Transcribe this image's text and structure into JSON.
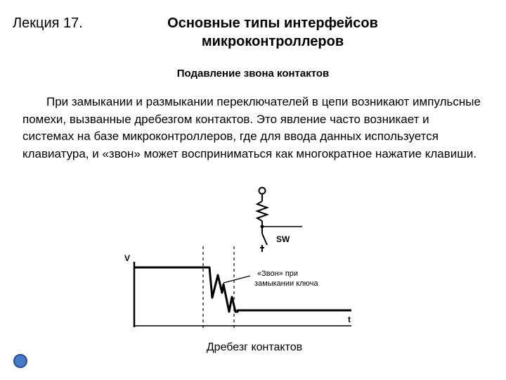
{
  "slide": {
    "lecture_label": "Лекция 17.",
    "title_line1": "Основные типы интерфейсов",
    "title_line2": "микроконтроллеров",
    "subtitle": "Подавление звона контактов",
    "paragraph": "При замыкании и размыкании переключателей в цепи возникают импульсные помехи, вызванные дребезгом контактов. Это явление часто возникает и системах на базе микроконтроллеров, где для ввода данных используется клавиатура, и «звон» может восприниматься как многократное нажатие клавиши.",
    "caption": "Дребезг контактов"
  },
  "diagram": {
    "switch_label": "SW",
    "axis_v_label": "V",
    "axis_t_label": "t",
    "annotation_line1": "«Звон» при",
    "annotation_line2": "замыкании ключа"
  }
}
